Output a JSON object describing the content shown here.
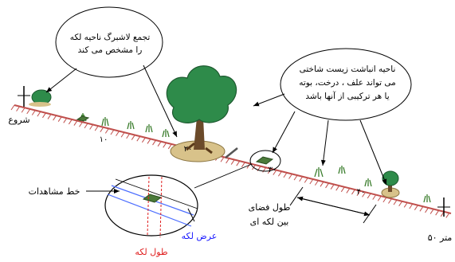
{
  "callouts": {
    "patch_accumulation": [
      "تجمع لاشبرگ ناحیه لکه",
      "را مشخص می کند"
    ],
    "patch_area": [
      "ناحیه انباشت زیست شاختی",
      "می تواند علف ، درخت، بوته",
      "یا هر ترکیبی از آنها باشد"
    ]
  },
  "labels": {
    "start": "شروع",
    "end": "۵۰ متر",
    "observation_line": "خط مشاهدات",
    "patch_width": "عرض لکه",
    "patch_length": "طول لکه",
    "interpatch_length": [
      "طول فضای",
      "بین لکه ای"
    ]
  },
  "distance_marks": {
    "m10": "۱۰",
    "m20": "۲۰",
    "m30": "۳۰",
    "m40": "۴۰"
  },
  "colors": {
    "transect": "#c0504d",
    "tree_canopy": "#2e8b4a",
    "litter_mound": "#d8c28a",
    "grass": "#3a7d2c",
    "width_label": "#1a1aff",
    "length_label": "#e02020"
  }
}
